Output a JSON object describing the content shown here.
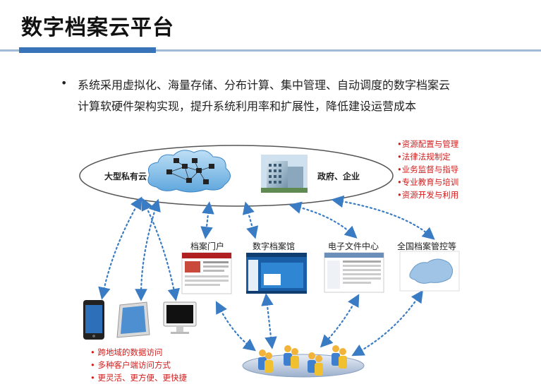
{
  "title": "数字档案云平台",
  "bullet": {
    "marker": "•",
    "line1": "系统采用虚拟化、海量存储、分布计算、集中管理、自动调度的数字档案云",
    "line2": "计算软硬件架构实现，提升系统利用率和扩展性，降低建设运营成本"
  },
  "diagram": {
    "cloud_left_label": "大型私有云",
    "cloud_right_label": "政府、企业",
    "services": [
      "•资源配置与管理",
      "•法律法规制定",
      "•业务监督与指导",
      "•专业教育与培训",
      "•资源开发与利用"
    ],
    "modules": [
      "档案门户",
      "数字档案馆",
      "电子文件中心",
      "全国档案管控等"
    ],
    "access_features": [
      "• 跨地域的数据访问",
      "• 多种客户端访问方式",
      "• 更灵活、更方便、更快捷"
    ],
    "accent_color": "#3a74b8",
    "arrow_color": "#3a7cc4",
    "text_red": "#d21c1c"
  }
}
